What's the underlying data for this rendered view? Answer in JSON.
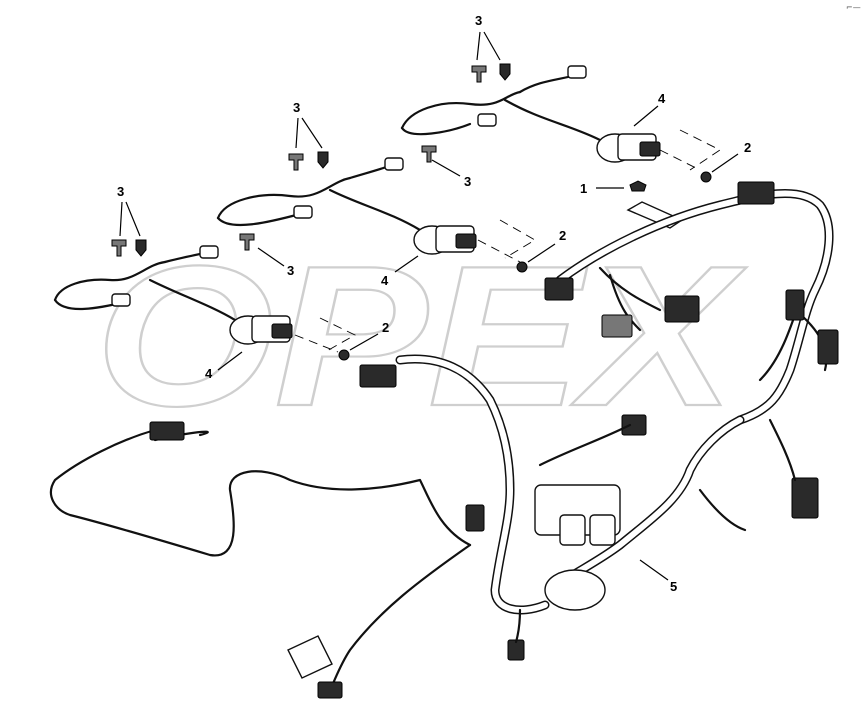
{
  "watermark": {
    "text": "OPEX"
  },
  "corner_mark": {
    "text": "⌐—"
  },
  "callouts": [
    {
      "id": "c3a",
      "label": "3"
    },
    {
      "id": "c3b",
      "label": "3"
    },
    {
      "id": "c3c",
      "label": "3"
    },
    {
      "id": "c3d",
      "label": "3"
    },
    {
      "id": "c3e",
      "label": "3"
    },
    {
      "id": "c4a",
      "label": "4"
    },
    {
      "id": "c4b",
      "label": "4"
    },
    {
      "id": "c4c",
      "label": "4"
    },
    {
      "id": "c2a",
      "label": "2"
    },
    {
      "id": "c2b",
      "label": "2"
    },
    {
      "id": "c2c",
      "label": "2"
    },
    {
      "id": "c1",
      "label": "1"
    },
    {
      "id": "c5",
      "label": "5"
    }
  ]
}
